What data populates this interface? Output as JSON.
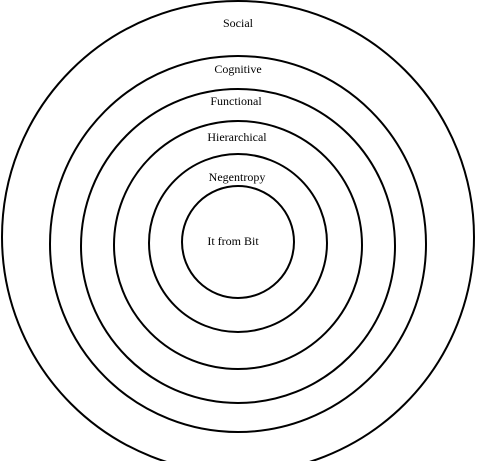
{
  "diagram": {
    "stroke_color": "#000000",
    "background_color": "#ffffff",
    "levels": [
      {
        "label": "Social"
      },
      {
        "label": "Cognitive"
      },
      {
        "label": "Functional"
      },
      {
        "label": "Hierarchical"
      },
      {
        "label": "Negentropy"
      },
      {
        "label": "It from Bit"
      }
    ]
  }
}
